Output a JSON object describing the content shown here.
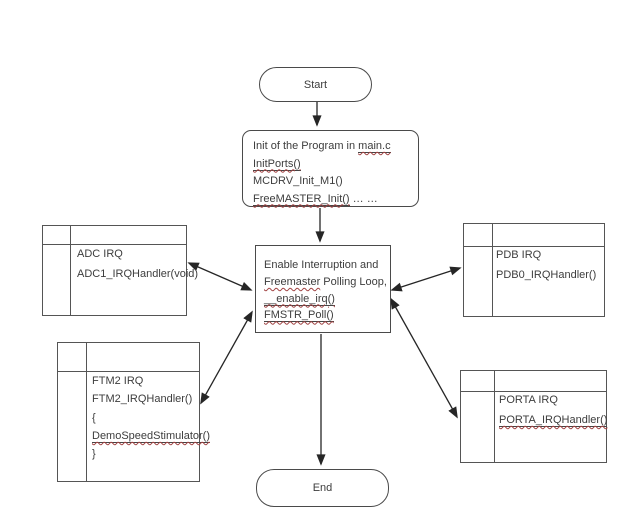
{
  "flowchart": {
    "colors": {
      "background": "#ffffff",
      "box_border": "#555555",
      "arrow": "#262626",
      "text": "#3d3d3d",
      "spellcheck_squiggle": "#a04040"
    },
    "start": {
      "label": "Start"
    },
    "end": {
      "label": "End"
    },
    "init": {
      "line1_text": "Init of the Program in ",
      "line1_underlined": "main.c",
      "line2_underlined": "InitPorts()",
      "line3": "MCDRV_Init_M1()",
      "line4_underlined": "FreeMASTER_Init()",
      "line4_suffix": " … …"
    },
    "main_loop": {
      "line1": "Enable Interruption and",
      "line2_underlined": "Freemaster",
      "line2_suffix": " Polling Loop,",
      "line3_underlined": "__enable_irq()",
      "line4_underlined": "FMSTR_Poll()"
    },
    "adc": {
      "title": "ADC IRQ",
      "handler": "ADC1_IRQHandler(void)"
    },
    "pdb": {
      "title": "PDB IRQ",
      "handler": "PDB0_IRQHandler()"
    },
    "ftm2": {
      "title": "FTM2 IRQ",
      "handler": "FTM2_IRQHandler()",
      "brace_open": "{",
      "body_underlined": "DemoSpeedStimulator()",
      "brace_close": "}"
    },
    "porta": {
      "title": "PORTA IRQ",
      "handler_underlined": "PORTA_IRQHandler()"
    }
  }
}
